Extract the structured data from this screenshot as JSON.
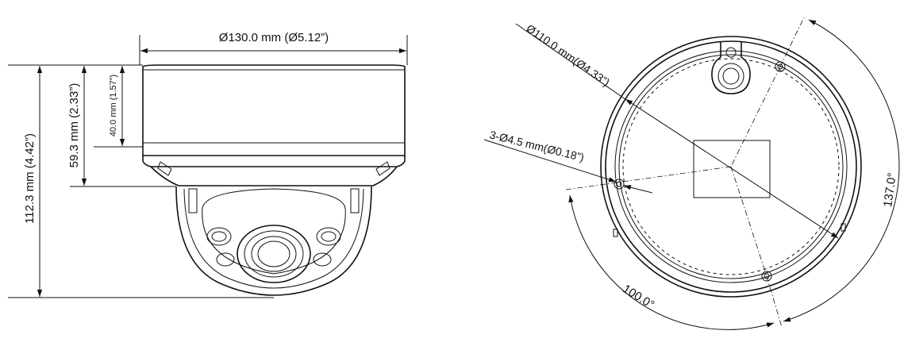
{
  "side_view": {
    "width_label": "Ø130.0 mm (Ø5.12”)",
    "total_height_label": "112.3 mm (4.42”)",
    "mid_height_label": "59.3 mm (2.33”)",
    "top_height_label": "40.0 mm (1.57”)"
  },
  "top_view": {
    "inner_diameter_label": "Ø110.0 mm(Ø4.33”)",
    "hole_label": "3-Ø4.5 mm(Ø0.18”)",
    "angle_large_label": "137.0°",
    "angle_small_label": "100.0°"
  },
  "colors": {
    "line": "#111111",
    "background": "#ffffff"
  }
}
